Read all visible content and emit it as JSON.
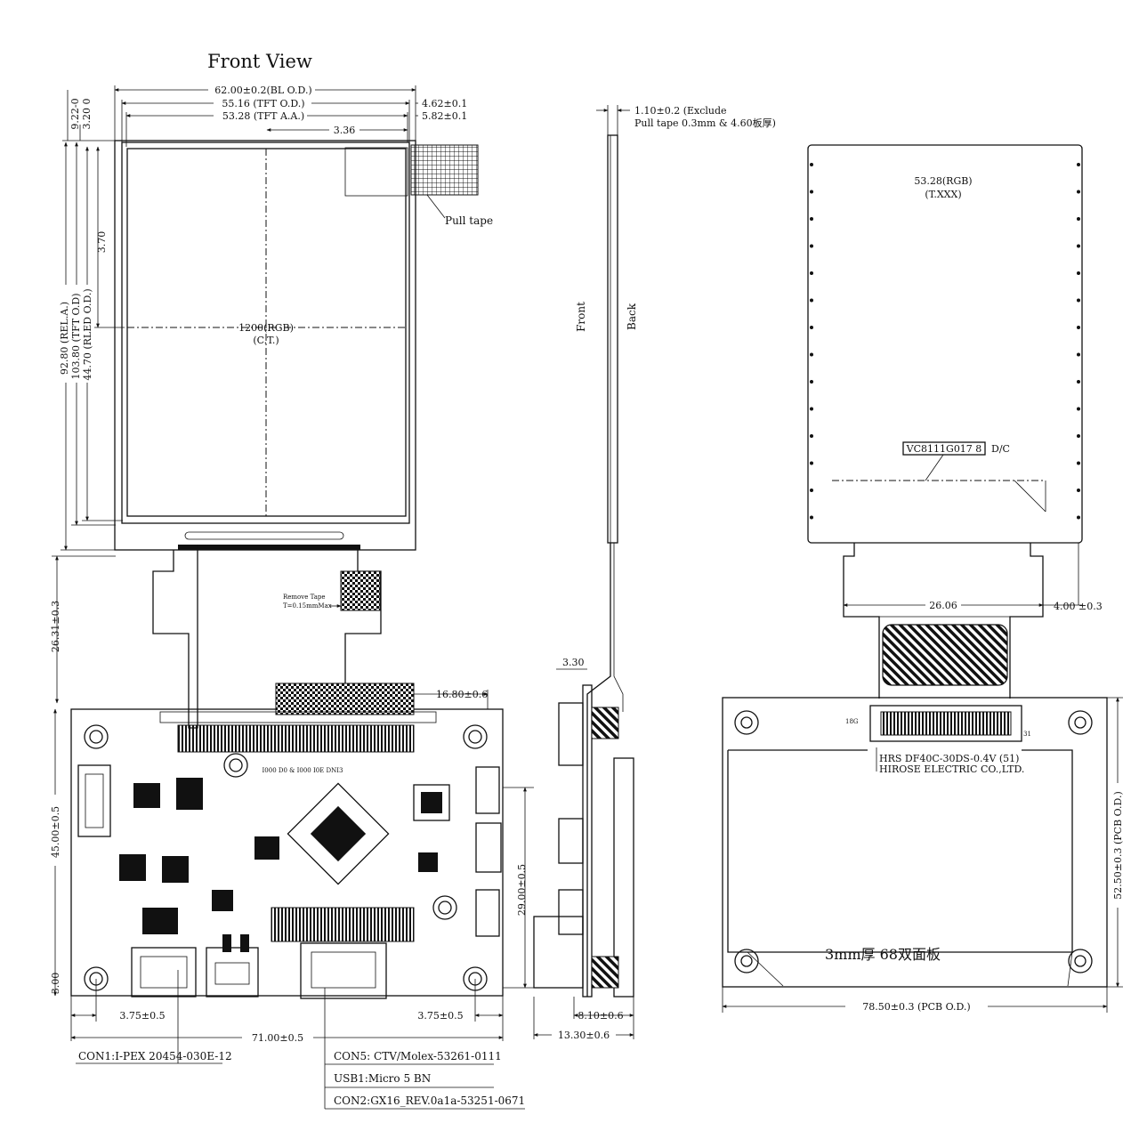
{
  "front": {
    "title": "Front View",
    "dims_top": [
      "62.00±0.2(BL O.D.)",
      "55.16 (TFT O.D.)",
      "53.28 (TFT A.A.)",
      "3.36"
    ],
    "dims_right": [
      "4.62±0.1",
      "5.82±0.1"
    ],
    "dims_left": [
      "9.22-0",
      "3.20 0",
      "3.70",
      "92.80 (REL.A.)",
      "103.80 (TFT O.D)",
      "44.70 (RLED O.D.)"
    ],
    "pull_tape": "Pull tape",
    "center_label": [
      "1200(RGB)",
      "(C.T.)"
    ],
    "remove_tape": [
      "Remove Tape",
      "T=0.15mmMax"
    ],
    "fpc_dim": "26.31±0.3"
  },
  "pcb_front": {
    "silk": "I000 D0 & I000 I0E DNI3",
    "dims": [
      "16.80±0.6",
      "45.00±0.5",
      "29.00±0.5",
      "3.00",
      "3.75±0.5",
      "3.75±0.5",
      "71.00±0.5"
    ],
    "connectors": [
      "CON1:I-PEX 20454-030E-12",
      "CON5: CTV/Molex-53261-0111",
      "USB1:Micro 5 BN",
      "CON2:GX16_REV.0a1a-53251-0671"
    ]
  },
  "side": {
    "note": [
      "1.10±0.2 (Exclude",
      "Pull tape 0.3mm & 4.60板厚)"
    ],
    "front_label": "Front",
    "back_label": "Back",
    "dims": [
      "3.30",
      "8.10±0.6",
      "13.30±0.6"
    ]
  },
  "back": {
    "label": [
      "53.28(RGB)",
      "(T.XXX)"
    ],
    "sticker": "VC8111G017 8",
    "dc": "D/C",
    "fpc_dims": [
      "26.06",
      "4.00 ±0.3"
    ],
    "connector": [
      "HRS DF40C-30DS-0.4V (51)",
      "HIROSE ELECTRIC CO.,LTD."
    ],
    "pins": [
      "18G",
      "31"
    ],
    "board_text": "3mm厚 68双面板",
    "dims": [
      "52.50±0.3 (PCB O.D.)",
      "78.50±0.3 (PCB O.D.)"
    ]
  }
}
